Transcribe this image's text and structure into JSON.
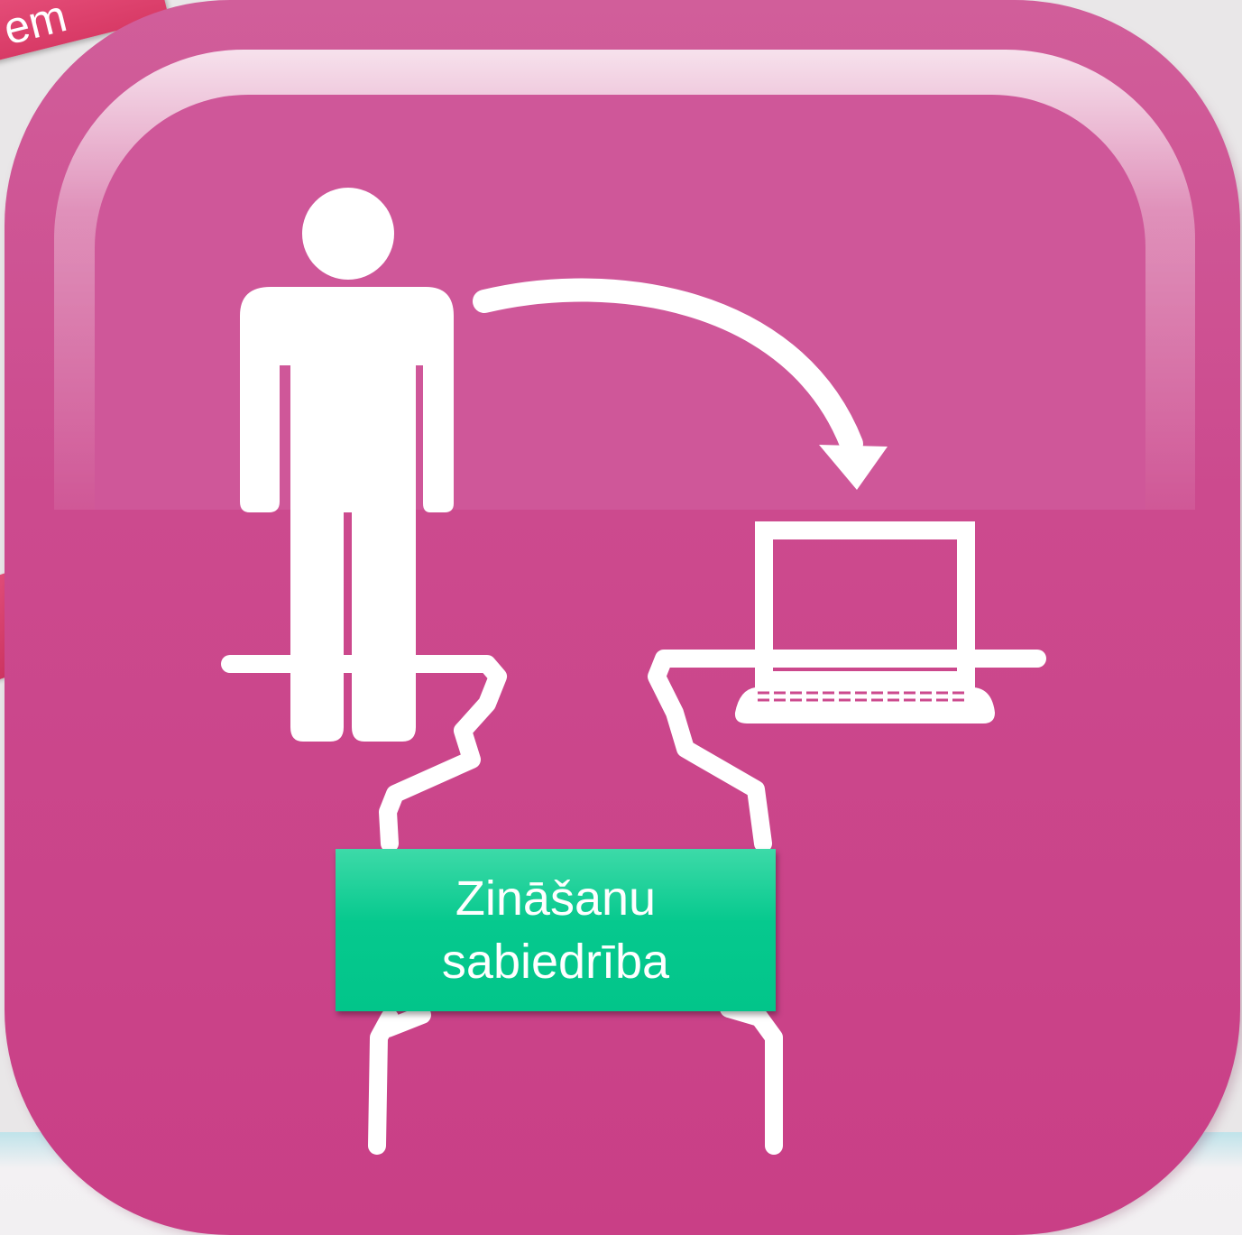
{
  "label": {
    "line1": "Zināšanu",
    "line2": "sabiedrība"
  },
  "corner_tag": {
    "text": "em"
  },
  "icons": {
    "person": "person-icon",
    "arrow": "curved-arrow-icon",
    "laptop": "laptop-icon",
    "gap": "cliff-gap-icon"
  },
  "colors": {
    "tile": "#cc4a8e",
    "label_box": "#06c98e",
    "accent_tag": "#e24d79",
    "strokes": "#ffffff"
  }
}
